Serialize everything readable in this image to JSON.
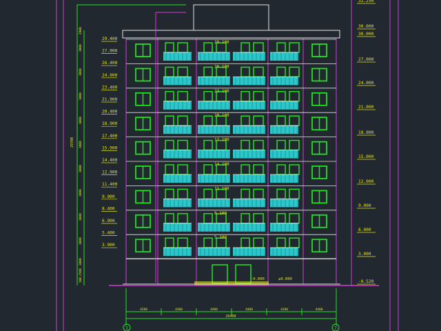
{
  "title": "",
  "colors": {
    "background": "#212830",
    "magenta": "#d83bd8",
    "green": "#22e222",
    "yellow": "#e4e420",
    "cyan": "#2ee4e4",
    "white": "#e8e8e8",
    "red": "#e02020",
    "grey": "#8a8a8a"
  },
  "left_elevations": [
    "29.400",
    "27.900",
    "26.400",
    "24.900",
    "23.400",
    "21.900",
    "20.400",
    "18.900",
    "17.400",
    "15.900",
    "14.400",
    "12.900",
    "11.400",
    "9.900",
    "8.400",
    "6.900",
    "5.400",
    "3.900"
  ],
  "right_elevations": [
    "32.250",
    "30.000",
    "30.000",
    "27.000",
    "24.000",
    "21.000",
    "18.000",
    "15.000",
    "12.000",
    "9.000",
    "6.000",
    "3.000",
    "-0.520"
  ],
  "center_elevations": [
    "29.100",
    "26.100",
    "23.100",
    "20.100",
    "17.100",
    "14.100",
    "11.100",
    "8.100",
    "5.100"
  ],
  "vertical_dim_labels": [
    "2900",
    "3000",
    "3000",
    "3000",
    "3000",
    "3000",
    "3000",
    "3000",
    "3000",
    "3000",
    "3000",
    "2500",
    "500"
  ],
  "total_height_label": "29700",
  "ground_labels": [
    "-0.000",
    "±0.000"
  ],
  "bottom_dims": [
    "4200",
    "4400",
    "4400",
    "4400",
    "4200",
    "4400"
  ],
  "total_width_label": "26400",
  "axis_labels": [
    "1",
    "7"
  ]
}
